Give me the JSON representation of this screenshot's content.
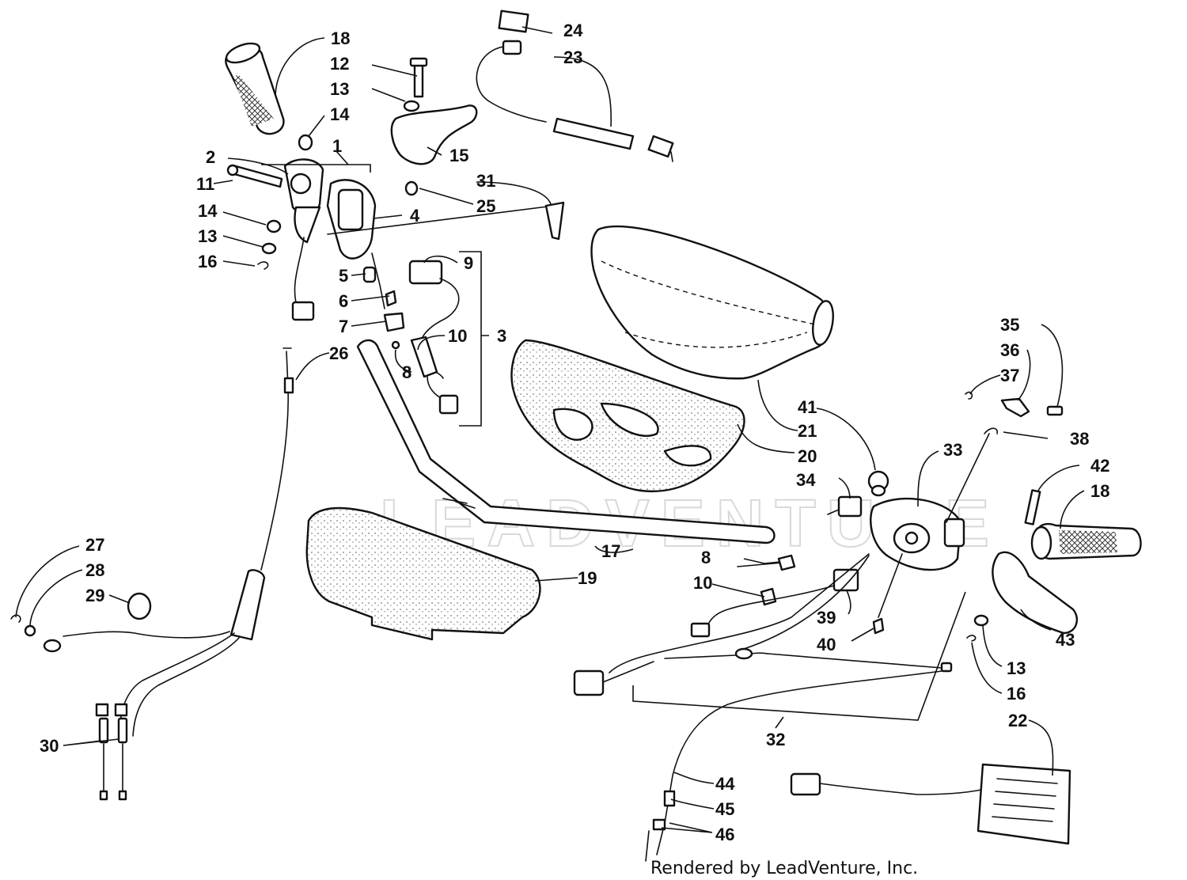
{
  "watermark": "LEADVENTURE",
  "credit": "Rendered by LeadVenture, Inc.",
  "callouts": {
    "c1": "1",
    "c2": "2",
    "c3": "3",
    "c4": "4",
    "c5": "5",
    "c6": "6",
    "c7": "7",
    "c8a": "8",
    "c8b": "8",
    "c9": "9",
    "c10a": "10",
    "c10b": "10",
    "c11": "11",
    "c12": "12",
    "c13a": "13",
    "c13b": "13",
    "c13c": "13",
    "c14a": "14",
    "c14b": "14",
    "c15": "15",
    "c16a": "16",
    "c16b": "16",
    "c17": "17",
    "c18a": "18",
    "c18b": "18",
    "c19": "19",
    "c20": "20",
    "c21": "21",
    "c22": "22",
    "c23": "23",
    "c24": "24",
    "c25": "25",
    "c26": "26",
    "c27": "27",
    "c28": "28",
    "c29": "29",
    "c30": "30",
    "c31": "31",
    "c32": "32",
    "c33": "33",
    "c34": "34",
    "c35": "35",
    "c36": "36",
    "c37": "37",
    "c38": "38",
    "c39": "39",
    "c40": "40",
    "c41": "41",
    "c42": "42",
    "c43": "43",
    "c44": "44",
    "c45": "45",
    "c46": "46"
  }
}
